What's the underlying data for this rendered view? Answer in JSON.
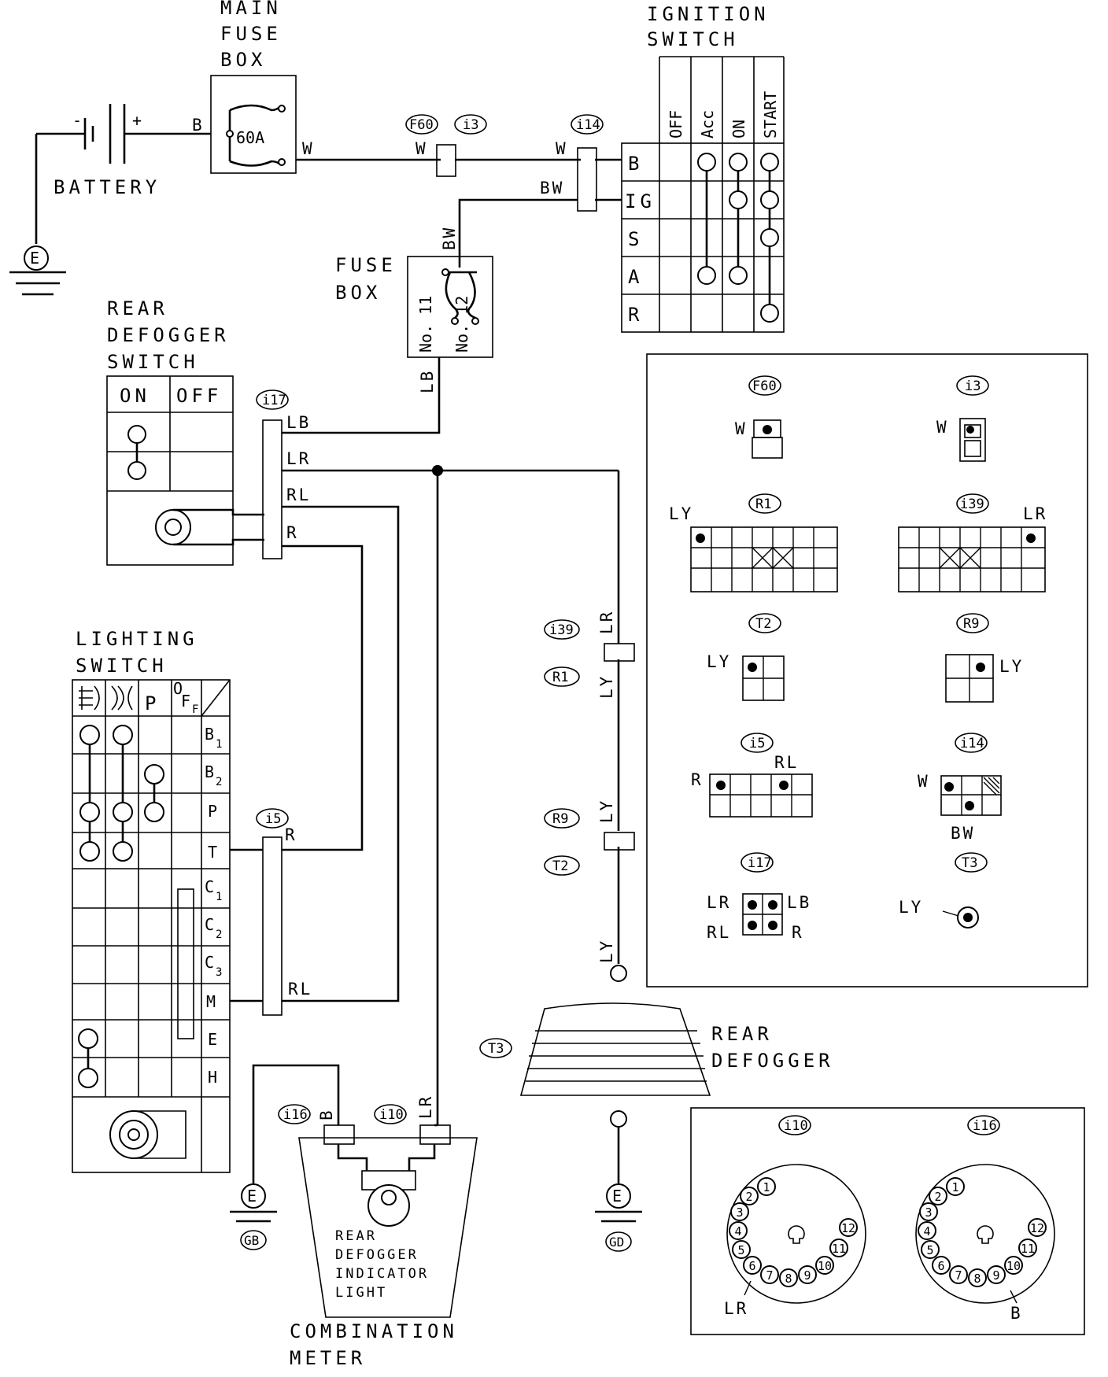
{
  "components": {
    "main_fuse_box": [
      "MAIN",
      "FUSE",
      "BOX"
    ],
    "main_fuse_rating": "60A",
    "battery": "BATTERY",
    "ignition_switch": [
      "IGNITION",
      "SWITCH"
    ],
    "fuse_box": [
      "FUSE",
      "BOX"
    ],
    "fuse_no11": "No. 11",
    "fuse_no12": "No. 12",
    "rear_defogger_switch": [
      "REAR",
      "DEFOGGER",
      "SWITCH"
    ],
    "lighting_switch": [
      "LIGHTING",
      "SWITCH"
    ],
    "rear_defogger": [
      "REAR",
      "DEFOGGER"
    ],
    "combination_meter": [
      "COMBINATION",
      "METER"
    ],
    "indicator_light": [
      "REAR",
      "DEFOGGER",
      "INDICATOR",
      "LIGHT"
    ]
  },
  "battery_symbols": {
    "minus": "-",
    "plus": "+"
  },
  "ignition": {
    "positions": [
      "OFF",
      "Acc",
      "ON",
      "START"
    ],
    "terminals": [
      "B",
      "IG",
      "S",
      "A",
      "R"
    ]
  },
  "defogger_switch": {
    "on": "ON",
    "off": "OFF"
  },
  "lighting": {
    "p_label": "P",
    "off_label": [
      "O",
      "F",
      "F"
    ],
    "terminals": [
      "B",
      "1",
      "B",
      "2",
      "P",
      "T",
      "C",
      "1",
      "C",
      "2",
      "C",
      "3",
      "M",
      "E",
      "H"
    ]
  },
  "wires": {
    "b": "B",
    "w": "W",
    "bw": "BW",
    "lb": "LB",
    "lr": "LR",
    "rl": "RL",
    "r": "R",
    "ly": "LY"
  },
  "connectors": {
    "f60": "F60",
    "i3": "i3",
    "i14": "i14",
    "i17": "i17",
    "i5": "i5",
    "i39": "i39",
    "r1": "R1",
    "r9": "R9",
    "t2": "T2",
    "t3": "T3",
    "i16": "i16",
    "i10": "i10"
  },
  "grounds": {
    "e": "E",
    "gb": "GB",
    "gd": "GD"
  },
  "connector_views": {
    "labels": [
      "F60",
      "i3",
      "R1",
      "i39",
      "T2",
      "R9",
      "i5",
      "i14",
      "i17",
      "T3"
    ],
    "pins": {
      "f60_w": "W",
      "i3_w": "W",
      "r1_ly": "LY",
      "i39_lr": "LR",
      "t2_ly": "LY",
      "r9_ly": "LY",
      "i5_r": "R",
      "i5_rl": "RL",
      "i14_w": "W",
      "i14_bw": "BW",
      "i17_lr": "LR",
      "i17_lb": "LB",
      "i17_rl": "RL",
      "i17_r": "R",
      "t3_ly": "LY"
    }
  },
  "meter_connectors": {
    "labels": [
      "i10",
      "i16"
    ],
    "pins": [
      "1",
      "2",
      "3",
      "4",
      "5",
      "6",
      "7",
      "8",
      "9",
      "10",
      "11",
      "12"
    ],
    "i10_pin": "LR",
    "i16_pin": "B"
  }
}
